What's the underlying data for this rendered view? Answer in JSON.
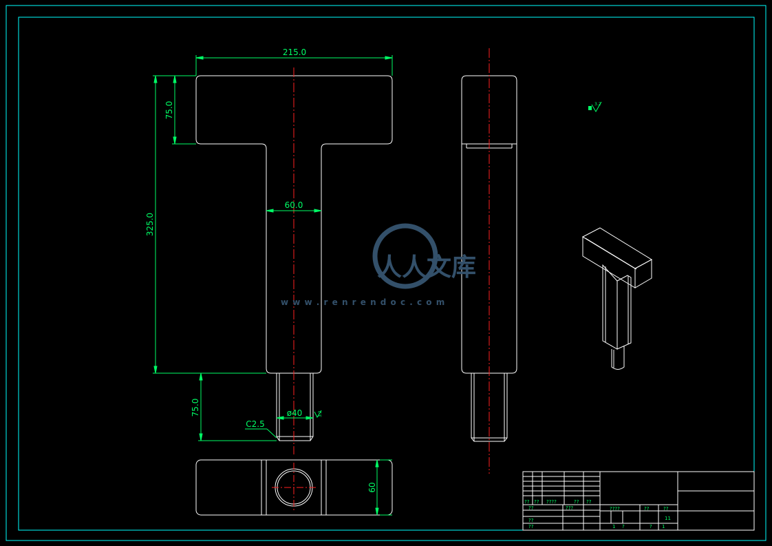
{
  "dimensions": {
    "top_width": "215.0",
    "head_height": "75.0",
    "total_height": "325.0",
    "shaft_width": "60.0",
    "pin_length": "75.0",
    "pin_diameter": "ø40",
    "chamfer": "C2.5",
    "roughness": "3.2",
    "bottom_depth": "60",
    "roughness_note": "3.2"
  },
  "watermark": {
    "name": "人人文库",
    "url": "w w w . r e n r e n d o c . c o m"
  },
  "title_block": {
    "cells": [
      "??",
      "??",
      "????",
      "??",
      "??",
      "???",
      "??",
      "??",
      "??",
      "????",
      "??",
      "??",
      "11",
      "1",
      "?",
      "?",
      "1"
    ]
  },
  "colors": {
    "border": "#00ffff",
    "outline": "#ffffff",
    "dimension": "#00ff66",
    "centerline": "#ff2020",
    "watermark": "#33506a"
  }
}
